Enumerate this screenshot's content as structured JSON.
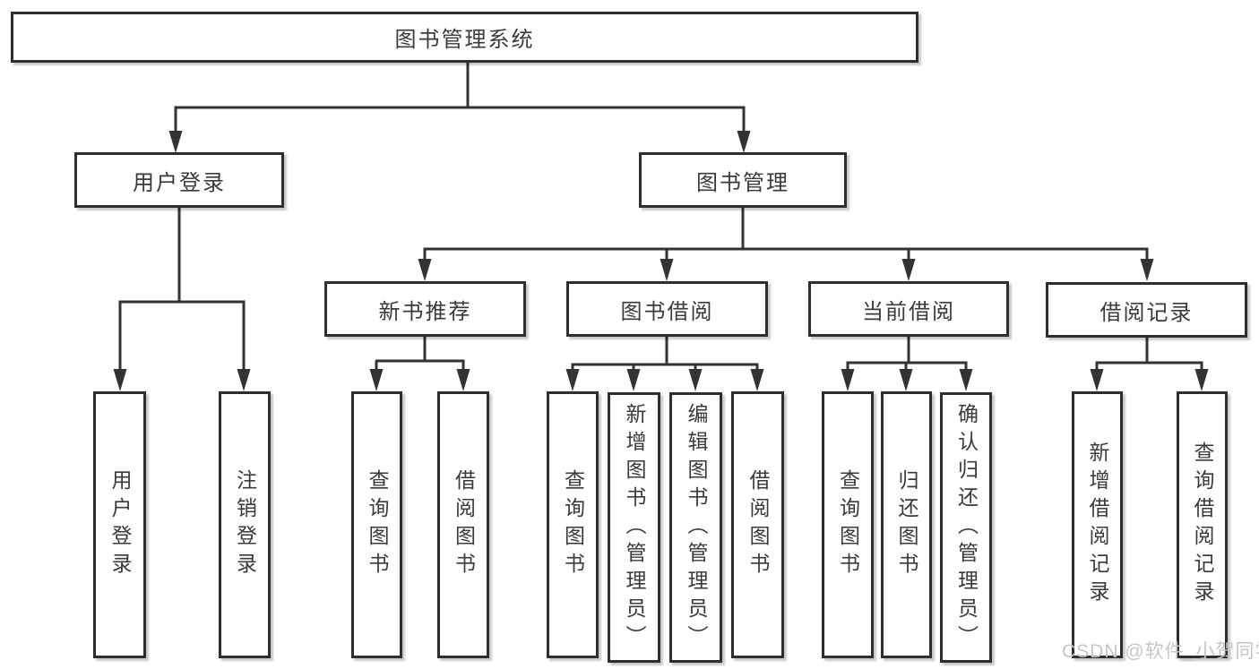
{
  "tree": {
    "root": "图书管理系统",
    "children": [
      {
        "label": "用户登录",
        "children": [
          "用户登录",
          "注销登录"
        ]
      },
      {
        "label": "图书管理",
        "children": [
          {
            "label": "新书推荐",
            "children": [
              "查询图书",
              "借阅图书"
            ]
          },
          {
            "label": "图书借阅",
            "children": [
              "查询图书",
              "新增图书（管理员）",
              "编辑图书（管理员）",
              "借阅图书"
            ]
          },
          {
            "label": "当前借阅",
            "children": [
              "查询图书",
              "归还图书",
              "确认归还（管理员）"
            ]
          },
          {
            "label": "借阅记录",
            "children": [
              "新增借阅记录",
              "查询借阅记录"
            ]
          }
        ]
      }
    ]
  },
  "watermark": {
    "text": "CSDN @软件_小贺同学"
  },
  "colors": {
    "line": "#333333",
    "box_border": "#2e2e2e",
    "box_fill": "#ffffff",
    "text": "#3a3a3a",
    "watermark": "#c6c6c6",
    "background": "#ffffff"
  }
}
